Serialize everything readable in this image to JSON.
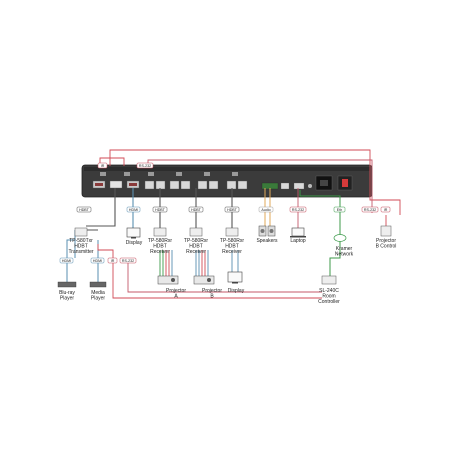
{
  "tags": {
    "ir_top": "IR",
    "rs232_top": "RS-232",
    "hdbt_tx": "HDBT",
    "hdmi_display": "HDMI",
    "hdbt_rx1": "HDBT",
    "hdbt_rx2": "HDBT",
    "hdbt_rx3": "HDBT",
    "audio": "Audio",
    "rs232_laptop": "RS-232",
    "eth": "Eth",
    "rs232_right": "RS-232",
    "ir_right": "IR",
    "hdmi_bluray": "HDMI",
    "hdmi_media": "HDMI",
    "ir_mid": "IR",
    "rs232_mid": "RS-232"
  },
  "devices": {
    "bluray": "Blu-ray Player",
    "media": "Media Player",
    "tx": "TP-580Txr HDBT Transmitter",
    "display1": "Display",
    "rx1": "TP-580Rxr HDBT Receiver",
    "rx2": "TP-580Rxr HDBT Receiver",
    "rx3": "TP-580Rxr HDBT Receiver",
    "speakers": "Speakers",
    "laptop": "Laptop",
    "network": "Kramer Network",
    "projector_b_control": "Projector B Control",
    "projector_a": "Projector A",
    "projector_b": "Projector B",
    "display2": "Display",
    "room_controller": "SL-240C Room Controller"
  },
  "colors": {
    "hdbt": "#555555",
    "hdmi": "#5a8fb0",
    "ir": "#d24a55",
    "rs232": "#c45a6a",
    "audio": "#a0a0a0",
    "eth": "#3c9a4a",
    "speaker": "#e0a85a",
    "tag_border": "#c44a5a"
  }
}
